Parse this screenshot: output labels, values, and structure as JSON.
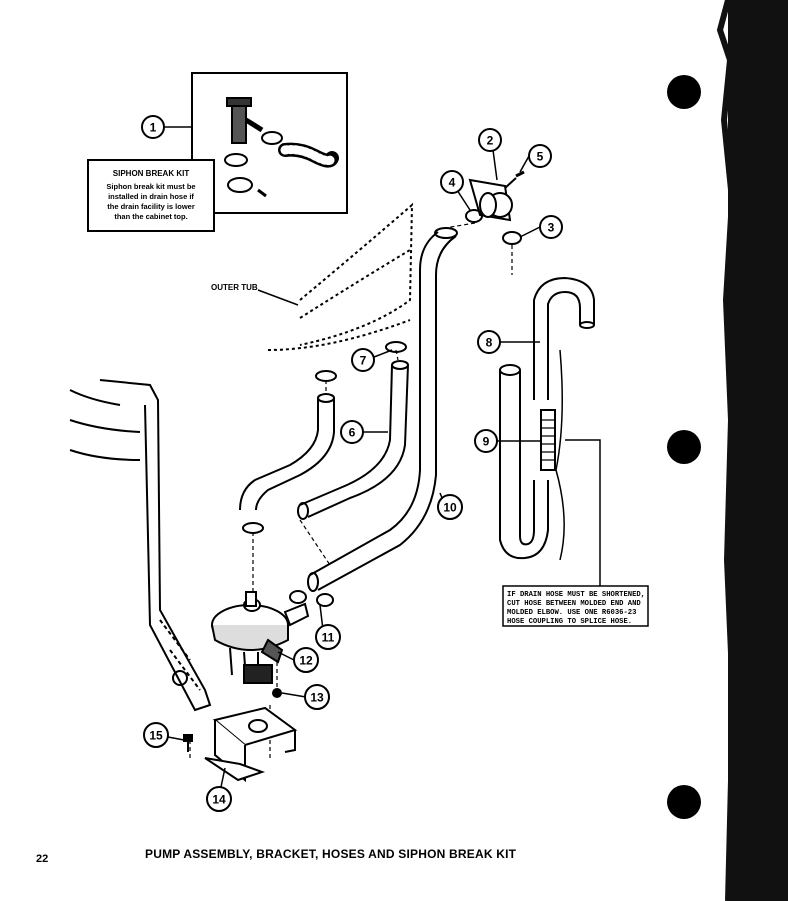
{
  "page_number": "22",
  "caption": "PUMP ASSEMBLY, BRACKET, HOSES AND SIPHON BREAK KIT",
  "siphon_kit": {
    "title": "SIPHON BREAK KIT",
    "lines": [
      "Siphon break kit must be",
      "installed in drain hose if",
      "the drain facility is lower",
      "than the cabinet top."
    ]
  },
  "outer_tub_label": "OUTER TUB",
  "drain_note": {
    "lines": [
      "IF DRAIN HOSE MUST BE SHORTENED,",
      "CUT HOSE BETWEEN MOLDED END AND",
      "MOLDED ELBOW.  USE ONE R6036-23",
      "HOSE COUPLING TO SPLICE HOSE."
    ]
  },
  "callouts": [
    "1",
    "2",
    "3",
    "4",
    "5",
    "6",
    "7",
    "8",
    "9",
    "10",
    "11",
    "12",
    "13",
    "14",
    "15"
  ]
}
